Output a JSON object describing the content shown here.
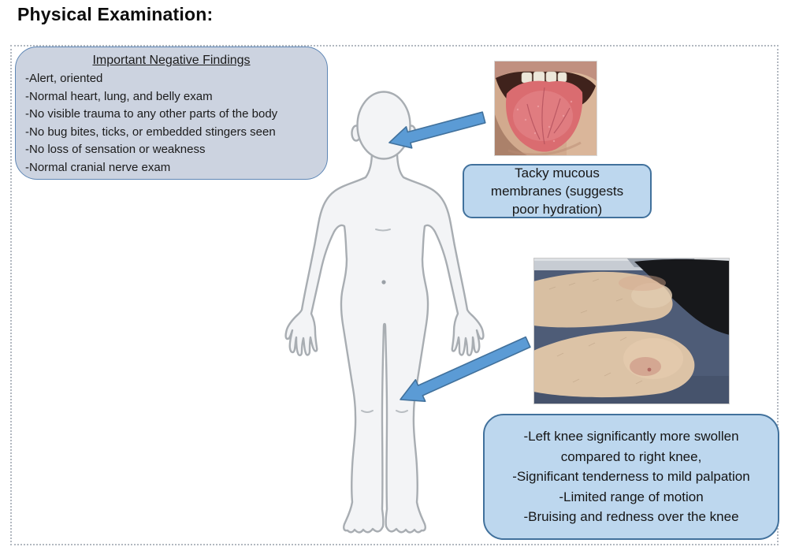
{
  "title": "Physical Examination:",
  "negative_findings": {
    "heading": "Important Negative Findings",
    "items": [
      "-Alert, oriented",
      "-Normal heart, lung, and belly exam",
      "-No visible trauma to any other parts of the body",
      "-No bug bites, ticks, or embedded stingers seen",
      "-No loss of sensation or weakness",
      "-Normal cranial nerve exam"
    ]
  },
  "callouts": {
    "mucous_membranes": "Tacky mucous membranes (suggests poor hydration)",
    "knee_findings": [
      "-Left knee significantly more swollen compared to right knee,",
      "-Significant tenderness to mild palpation",
      "-Limited range of motion",
      "-Bruising and redness over the knee"
    ]
  },
  "icons": {
    "body_figure": "human-body-outline-front",
    "tongue_photo": "open-mouth-tongue-photo",
    "knee_photo": "swollen-left-knee-vs-right-knee-photo",
    "arrow_style": "blue-block-arrow"
  },
  "colors": {
    "callout_fill": "#bdd7ee",
    "callout_border": "#41719c",
    "panel_fill": "#ccd3e0",
    "panel_border": "#5e86b5",
    "arrow_fill": "#5b9bd5",
    "arrow_border": "#41719c",
    "frame_dots": "#b2b8c0",
    "body_outline": "#a8adb2"
  }
}
